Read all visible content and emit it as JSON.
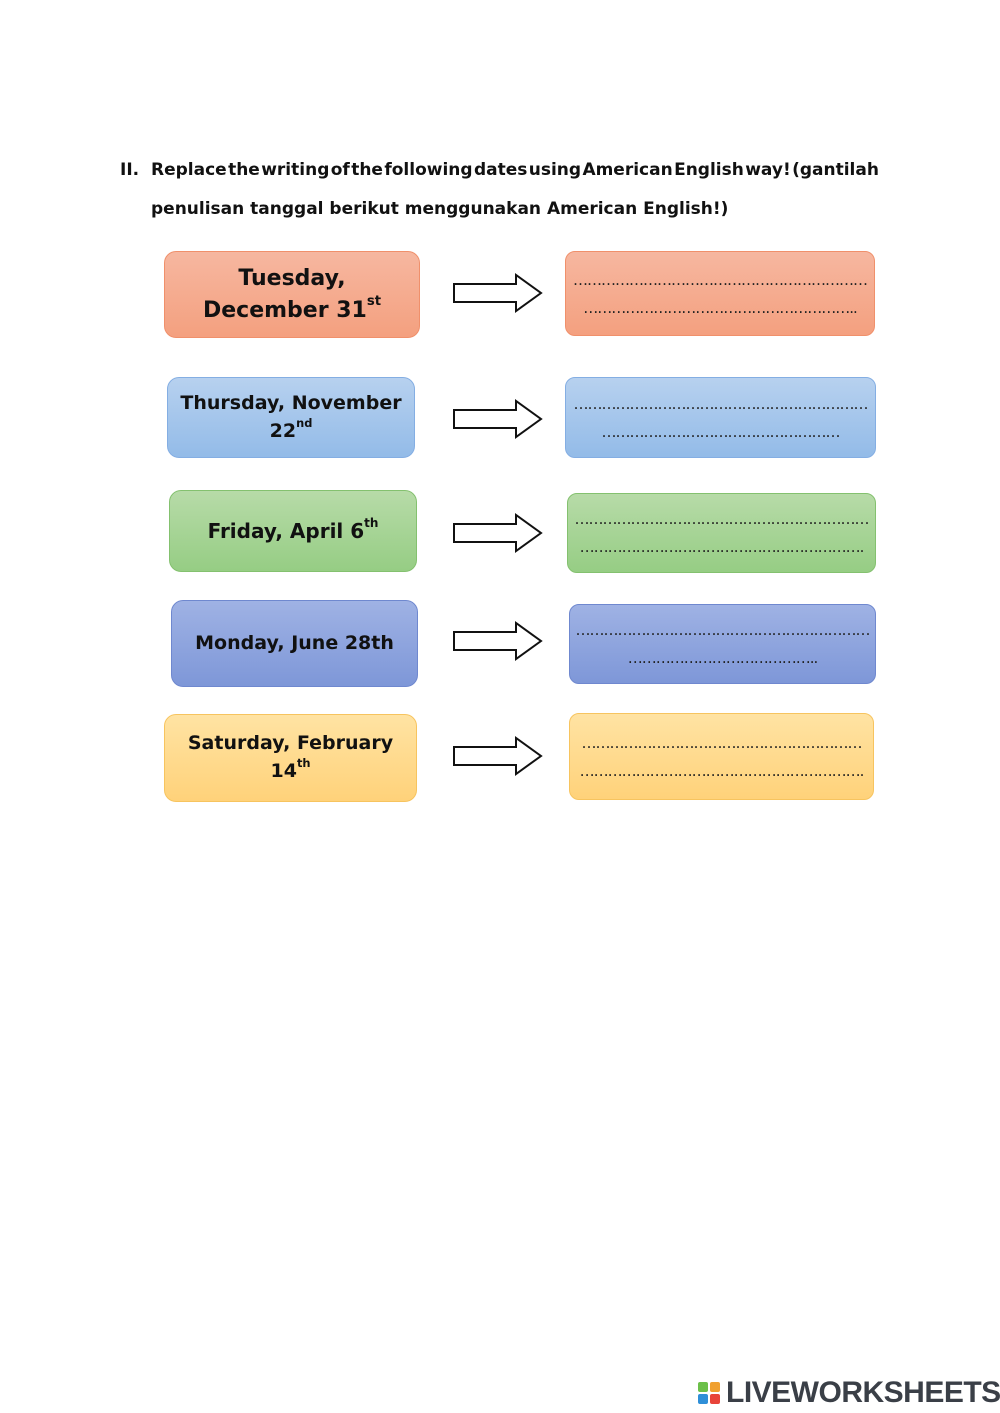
{
  "instruction": {
    "number": "II.",
    "line1_words": [
      "Replace",
      "the",
      "writing",
      "of",
      "the",
      "following",
      "dates",
      "using",
      "American",
      "English",
      "way!",
      "(gantilah"
    ],
    "line2": "penulisan tanggal berikut menggunakan American English!)"
  },
  "items": [
    {
      "line1": "Tuesday,",
      "line2_base": "December 31",
      "line2_sup": "st",
      "answer_line1": "………………………………………………………",
      "answer_line2": "…………………………………………………..",
      "color": "#f4a484"
    },
    {
      "line1": "Thursday, November",
      "line2_base": "22",
      "line2_sup": "nd",
      "answer_line1": "………………………………………………………",
      "answer_line2": "……………………………………………",
      "color": "#9fc2ea"
    },
    {
      "line1": "Friday, April 6",
      "line1_sup": "th",
      "answer_line1": "………………………………………………………",
      "answer_line2": "…………………………………………………….",
      "color": "#a3d391"
    },
    {
      "line1": "Monday, June 28th",
      "answer_line1": "………………………………………………………",
      "answer_line2": "…………………………………..",
      "color": "#8aa1dc"
    },
    {
      "line1": "Saturday, February",
      "line2_base": "14",
      "line2_sup": "th",
      "answer_line1": "……………………………………………………",
      "answer_line2": "…………………………………………………….",
      "color": "#ffd98a"
    }
  ],
  "logo": {
    "text": "LIVEWORKSHEETS",
    "colors": [
      "#6cc04a",
      "#f0a030",
      "#2f8fd8",
      "#e8443a"
    ]
  }
}
